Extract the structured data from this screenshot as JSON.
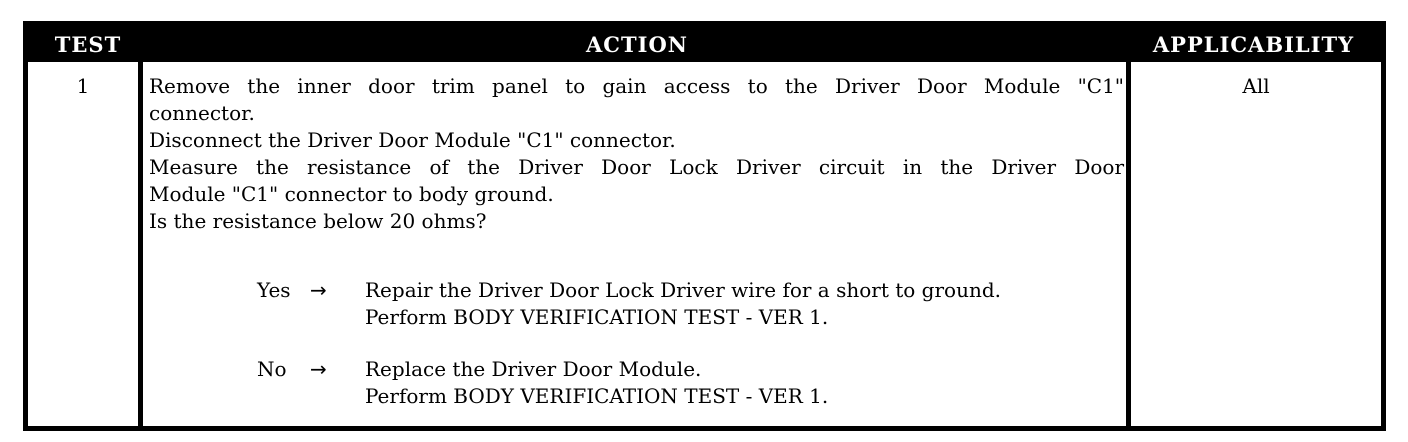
{
  "colors": {
    "header_bg": "#000000",
    "header_text": "#ffffff",
    "border": "#000000",
    "page_bg": "#ffffff"
  },
  "table": {
    "headers": {
      "test": "TEST",
      "action": "ACTION",
      "applicability": "APPLICABILITY"
    },
    "row": {
      "test_number": "1",
      "applicability": "All",
      "action": {
        "lines": [
          "Remove the inner door trim panel to gain access to the Driver Door Module \"C1\"",
          "connector.",
          "Disconnect the Driver Door Module \"C1\" connector.",
          "Measure the resistance of the Driver Door Lock Driver circuit in the Driver Door",
          "Module \"C1\" connector to body ground.",
          "Is the resistance below 20 ohms?"
        ],
        "results": [
          {
            "label": "Yes",
            "arrow": "→",
            "lines": [
              "Repair the Driver Door Lock Driver wire for a short to ground.",
              "Perform BODY VERIFICATION TEST - VER 1."
            ]
          },
          {
            "label": "No",
            "arrow": "→",
            "lines": [
              "Replace the Driver Door Module.",
              "Perform BODY VERIFICATION TEST - VER 1."
            ]
          }
        ]
      }
    }
  }
}
